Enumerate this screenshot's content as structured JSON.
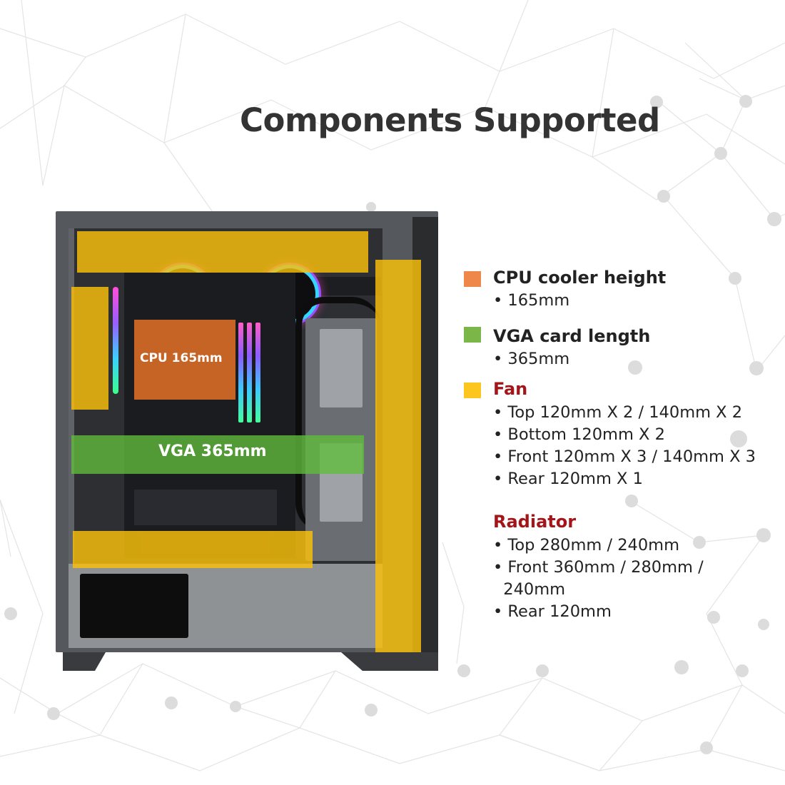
{
  "page": {
    "title": "Components Supported"
  },
  "case_image": {
    "overlay_labels": {
      "cpu": "CPU  165mm",
      "vga": "VGA 365mm"
    },
    "colors": {
      "fan_overlay": "#fac10a",
      "cpu_overlay": "#f57828",
      "vga_overlay": "#60be3c"
    }
  },
  "specs": [
    {
      "title": "CPU cooler height",
      "swatch_color": "#f0874a",
      "title_color": "#222222",
      "lines": [
        "• 165mm"
      ]
    },
    {
      "title": "VGA card length",
      "swatch_color": "#7ab648",
      "title_color": "#222222",
      "lines": [
        "• 365mm"
      ]
    },
    {
      "title": "Fan",
      "swatch_color": "#fcc61e",
      "title_color": "#a31519",
      "lines": [
        "• Top 120mm X 2 / 140mm X 2",
        "• Bottom 120mm X 2",
        "• Front 120mm X 3 / 140mm X 3",
        "• Rear 120mm X 1"
      ]
    },
    {
      "title": "Radiator",
      "title_color": "#a31519",
      "lines": [
        "• Top  280mm / 240mm",
        "• Front 360mm / 280mm /",
        "  240mm",
        "• Rear 120mm"
      ]
    }
  ]
}
